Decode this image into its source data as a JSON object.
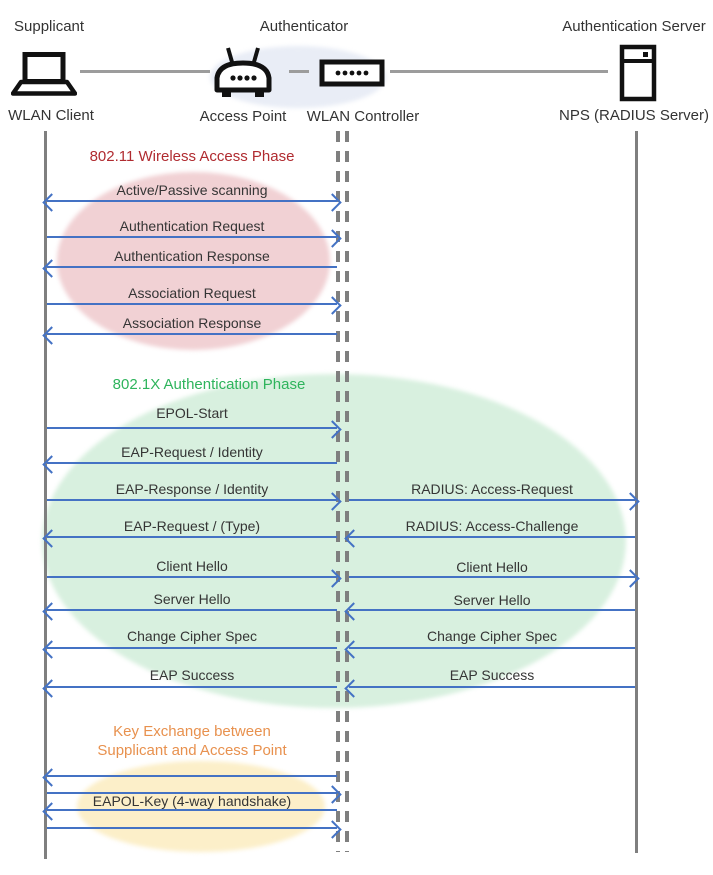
{
  "actors": {
    "supplicant": {
      "title": "Supplicant",
      "device": "WLAN Client"
    },
    "authenticator": {
      "title": "Authenticator",
      "devices": {
        "access_point": "Access Point",
        "wlan_controller": "WLAN Controller"
      }
    },
    "auth_server": {
      "title": "Authentication Server",
      "device": "NPS (RADIUS Server)"
    }
  },
  "phases": {
    "wireless_access": {
      "label": "802.11 Wireless Access Phase",
      "color": "#b02b30"
    },
    "dot1x_auth": {
      "label": "802.1X Authentication Phase",
      "color": "#2eb45c"
    },
    "key_exchange": {
      "label_line1": "Key Exchange between",
      "label_line2": "Supplicant and Access Point",
      "color": "#e8914e"
    }
  },
  "messages": {
    "scanning": {
      "label": "Active/Passive scanning",
      "direction": "both",
      "segment": "client-controller"
    },
    "auth_request": {
      "label": "Authentication Request",
      "direction": "right",
      "segment": "client-controller"
    },
    "auth_response": {
      "label": "Authentication Response",
      "direction": "left",
      "segment": "client-controller"
    },
    "assoc_request": {
      "label": "Association Request",
      "direction": "right",
      "segment": "client-controller"
    },
    "assoc_response": {
      "label": "Association Response",
      "direction": "left",
      "segment": "client-controller"
    },
    "epol_start": {
      "label": "EPOL-Start",
      "direction": "right",
      "segment": "client-controller"
    },
    "eap_request_identity": {
      "label": "EAP-Request / Identity",
      "direction": "left",
      "segment": "client-controller"
    },
    "eap_response_identity": {
      "label": "EAP-Response / Identity",
      "direction": "right",
      "segment": "client-controller"
    },
    "radius_access_request": {
      "label": "RADIUS: Access-Request",
      "direction": "right",
      "segment": "controller-server"
    },
    "eap_request_type": {
      "label": "EAP-Request / (Type)",
      "direction": "left",
      "segment": "client-controller"
    },
    "radius_access_challenge": {
      "label": "RADIUS: Access-Challenge",
      "direction": "left",
      "segment": "controller-server"
    },
    "client_hello_left": {
      "label": "Client Hello",
      "direction": "right",
      "segment": "client-controller"
    },
    "client_hello_right": {
      "label": "Client Hello",
      "direction": "right",
      "segment": "controller-server"
    },
    "server_hello_left": {
      "label": "Server Hello",
      "direction": "left",
      "segment": "client-controller"
    },
    "server_hello_right": {
      "label": "Server Hello",
      "direction": "left",
      "segment": "controller-server"
    },
    "change_cipher_left": {
      "label": "Change Cipher Spec",
      "direction": "left",
      "segment": "client-controller"
    },
    "change_cipher_right": {
      "label": "Change Cipher Spec",
      "direction": "left",
      "segment": "controller-server"
    },
    "eap_success_left": {
      "label": "EAP Success",
      "direction": "left",
      "segment": "client-controller"
    },
    "eap_success_right": {
      "label": "EAP Success",
      "direction": "left",
      "segment": "controller-server"
    },
    "eapol_key": {
      "label": "EAPOL-Key (4-way handshake)",
      "direction": "left,right,left,right",
      "segment": "client-controller"
    }
  },
  "colors": {
    "arrow": "#4472c4",
    "lifeline": "#7f7f7f",
    "phase1_ellipse": "#f1d1d4",
    "phase2_ellipse": "#d8f0df",
    "phase3_ellipse": "#fcefc9",
    "authenticator_ellipse": "#e9edf6",
    "text": "#333333"
  }
}
